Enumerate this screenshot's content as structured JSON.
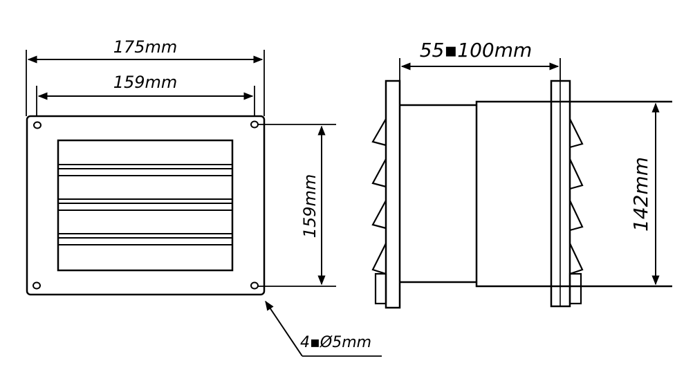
{
  "labels": {
    "front_width_outer": "175mm",
    "front_width_inner": "159mm",
    "front_height": "159mm",
    "holes": "4▪Ø5mm",
    "side_depth": "55▪100mm",
    "side_height": "142mm"
  },
  "colors": {
    "line": "#000000",
    "background": "#ffffff"
  }
}
